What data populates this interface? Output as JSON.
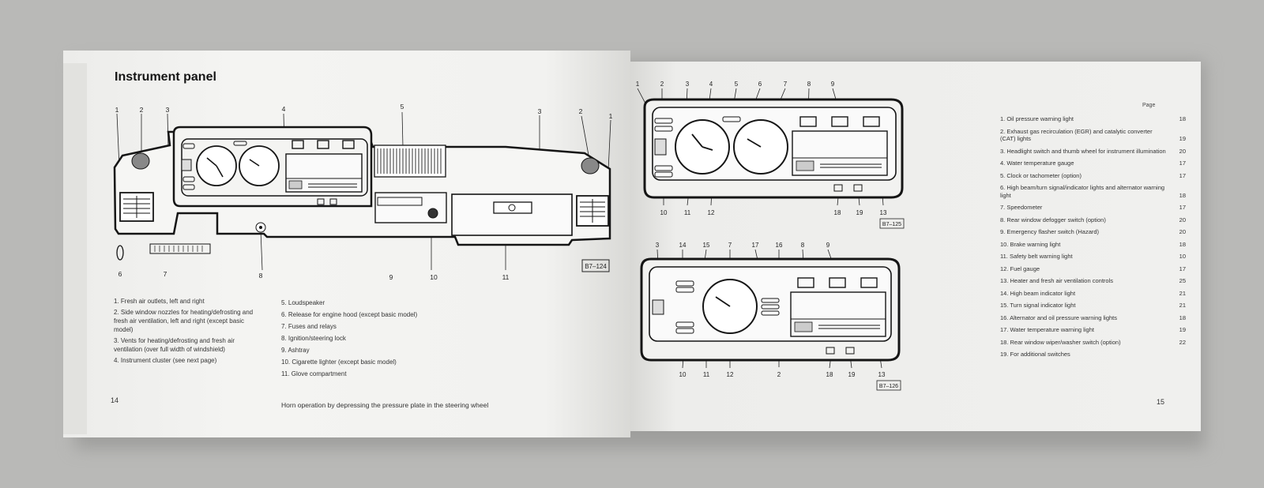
{
  "left": {
    "title": "Instrument panel",
    "figure_code": "B7–124",
    "callouts": {
      "n1a": "1",
      "n2a": "2",
      "n3a": "3",
      "n4": "4",
      "n5": "5",
      "n3b": "3",
      "n2b": "2",
      "n1b": "1",
      "n6": "6",
      "n7": "7",
      "n8": "8",
      "n9": "9",
      "n10": "10",
      "n11": "11"
    },
    "legend_left": [
      "1. Fresh air outlets, left and right",
      "2. Side window nozzles for heating/defrosting and fresh air ventilation, left and right (except basic model)",
      "3. Vents for heating/defrosting and fresh air ventilation (over full width of windshield)",
      "4. Instrument cluster (see next page)"
    ],
    "legend_right": [
      "5. Loudspeaker",
      "6. Release for engine hood (except basic model)",
      "7. Fuses and relays",
      "8. Ignition/steering lock",
      "9. Ashtray",
      "10. Cigarette lighter (except basic model)",
      "11. Glove compartment"
    ],
    "footer": "Horn operation by depressing the pressure plate in the steering wheel",
    "page_number": "14"
  },
  "right": {
    "figure_code_top": "B7–125",
    "figure_code_bottom": "B7–126",
    "top_callouts": {
      "t1": "1",
      "t2": "2",
      "t3": "3",
      "t4": "4",
      "t5": "5",
      "t6": "6",
      "t7": "7",
      "t8": "8",
      "t9": "9",
      "t10": "10",
      "t11": "11",
      "t12": "12",
      "t18": "18",
      "t19": "19",
      "t13": "13"
    },
    "bottom_callouts": {
      "b3": "3",
      "b14": "14",
      "b15": "15",
      "b7": "7",
      "b17": "17",
      "b16": "16",
      "b8": "8",
      "b9": "9",
      "b10": "10",
      "b11": "11",
      "b12": "12",
      "b2": "2",
      "b18": "18",
      "b19": "19",
      "b13": "13"
    },
    "toc_header": "Page",
    "toc": [
      {
        "label": "1. Oil pressure warning light",
        "page": "18"
      },
      {
        "label": "2. Exhaust gas recirculation (EGR) and catalytic converter (CAT) lights",
        "page": "19"
      },
      {
        "label": "3. Headlight switch and thumb wheel for instrument illumination",
        "page": "20"
      },
      {
        "label": "4. Water temperature gauge",
        "page": "17"
      },
      {
        "label": "5. Clock or tachometer (option)",
        "page": "17"
      },
      {
        "label": "6. High beam/turn signal/indicator lights and alternator warning light",
        "page": "18"
      },
      {
        "label": "7. Speedometer",
        "page": "17"
      },
      {
        "label": "8. Rear window defogger switch (option)",
        "page": "20"
      },
      {
        "label": "9. Emergency flasher switch (Hazard)",
        "page": "20"
      },
      {
        "label": "10. Brake warning light",
        "page": "18"
      },
      {
        "label": "11. Safety belt warning light",
        "page": "10"
      },
      {
        "label": "12. Fuel gauge",
        "page": "17"
      },
      {
        "label": "13. Heater and fresh air ventilation controls",
        "page": "25"
      },
      {
        "label": "14. High beam indicator light",
        "page": "21"
      },
      {
        "label": "15. Turn signal indicator light",
        "page": "21"
      },
      {
        "label": "16. Alternator and oil pressure warning lights",
        "page": "18"
      },
      {
        "label": "17. Water temperature warning light",
        "page": "19"
      },
      {
        "label": "18. Rear window wiper/washer switch (option)",
        "page": "22"
      },
      {
        "label": "19. For additional switches",
        "page": ""
      }
    ],
    "page_number": "15"
  }
}
